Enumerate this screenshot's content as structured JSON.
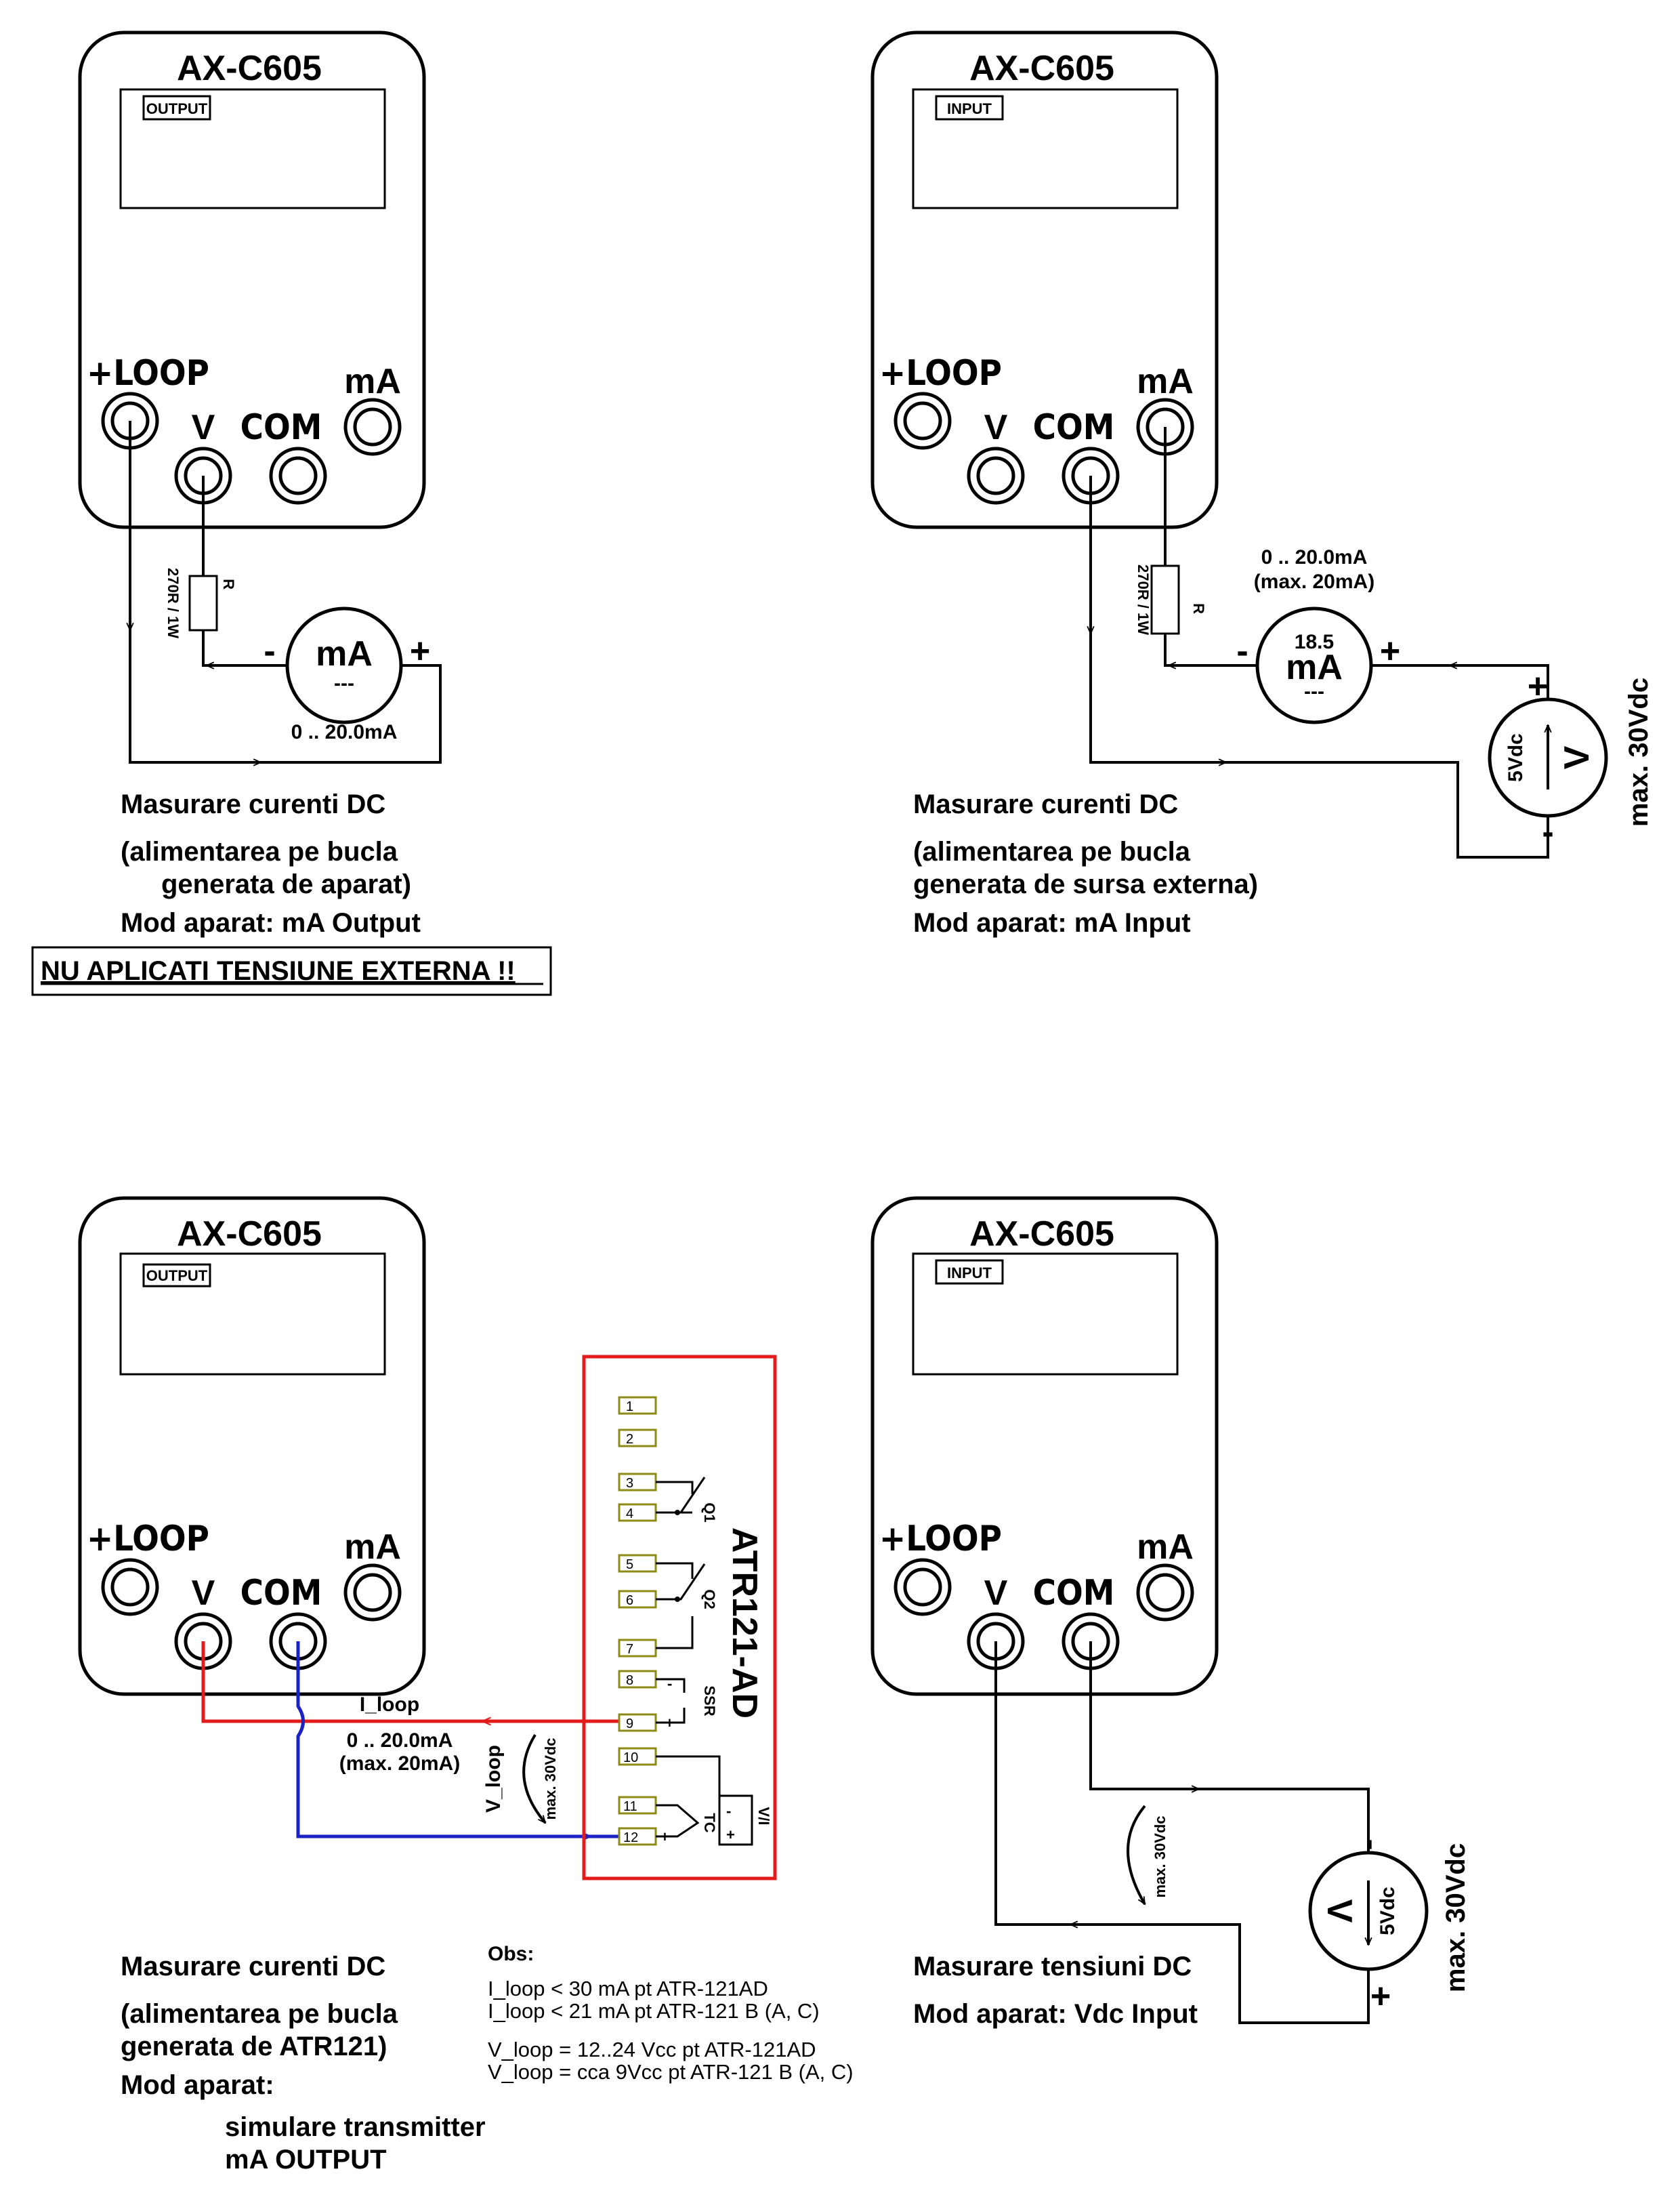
{
  "device_model": "AX-C605",
  "terminals": {
    "loop": "+LOOP",
    "v": "V",
    "com": "COM",
    "ma": "mA"
  },
  "screens": {
    "output": "OUTPUT",
    "input": "INPUT"
  },
  "panel1": {
    "resistor_value": "270R / 1W",
    "resistor_name": "R",
    "meter_label": "mA",
    "meter_dashes": "---",
    "minus": "-",
    "plus": "+",
    "range": "0 .. 20.0mA",
    "caption1": "Masurare curenti DC",
    "caption2": "(alimentarea pe bucla",
    "caption3": "generata de aparat)",
    "mode": "Mod aparat: mA Output",
    "warning": "NU APLICATI TENSIUNE EXTERNA !!"
  },
  "panel2": {
    "resistor_value": "270R / 1W",
    "resistor_name": "R",
    "range_top": "0 .. 20.0mA",
    "range_max": "(max. 20mA)",
    "meter_value": "18.5",
    "meter_unit": "mA",
    "meter_dashes": "---",
    "minus": "-",
    "plus": "+",
    "source_value": "5Vdc",
    "source_symbol": "V",
    "source_plus": "+",
    "source_minus": "-",
    "max_voltage": "max. 30Vdc",
    "caption1": "Masurare curenti DC",
    "caption2": "(alimentarea pe bucla",
    "caption3": "generata de sursa externa)",
    "mode": "Mod aparat: mA Input"
  },
  "panel3": {
    "controller_name": "ATR121-AD",
    "terminal_numbers": [
      "1",
      "2",
      "3",
      "4",
      "5",
      "6",
      "7",
      "8",
      "9",
      "10",
      "11",
      "12"
    ],
    "q1": "Q1",
    "q2": "Q2",
    "ssr": "SSR",
    "tc": "TC",
    "vi": "V/I",
    "minus": "-",
    "plus": "+",
    "i_loop": "I_loop",
    "range": "0 .. 20.0mA",
    "range_max": "(max. 20mA)",
    "v_loop": "V_loop",
    "max_voltage": "max. 30Vdc",
    "caption1": "Masurare curenti DC",
    "caption2": "(alimentarea pe bucla",
    "caption3": "generata de ATR121)",
    "mode_label": "Mod aparat:",
    "mode1": "simulare transmitter",
    "mode2": "mA OUTPUT",
    "obs_title": "Obs:",
    "obs1": "I_loop < 30 mA pt ATR-121AD",
    "obs2": "I_loop < 21 mA pt ATR-121 B (A, C)",
    "obs3": "V_loop = 12..24 Vcc pt ATR-121AD",
    "obs4": "V_loop = cca 9Vcc pt ATR-121 B (A, C)"
  },
  "panel4": {
    "max_small": "max. 30Vdc",
    "source_value": "5Vdc",
    "source_symbol": "V",
    "source_minus": "-",
    "source_plus": "+",
    "max_voltage": "max. 30Vdc",
    "caption1": "Masurare tensiuni DC",
    "mode": "Mod aparat: Vdc Input"
  },
  "colors": {
    "red_wire": "#e41b1b",
    "blue_wire": "#1d22c7",
    "controller_border": "#e41b1b",
    "terminal_box": "#8d8a16"
  }
}
